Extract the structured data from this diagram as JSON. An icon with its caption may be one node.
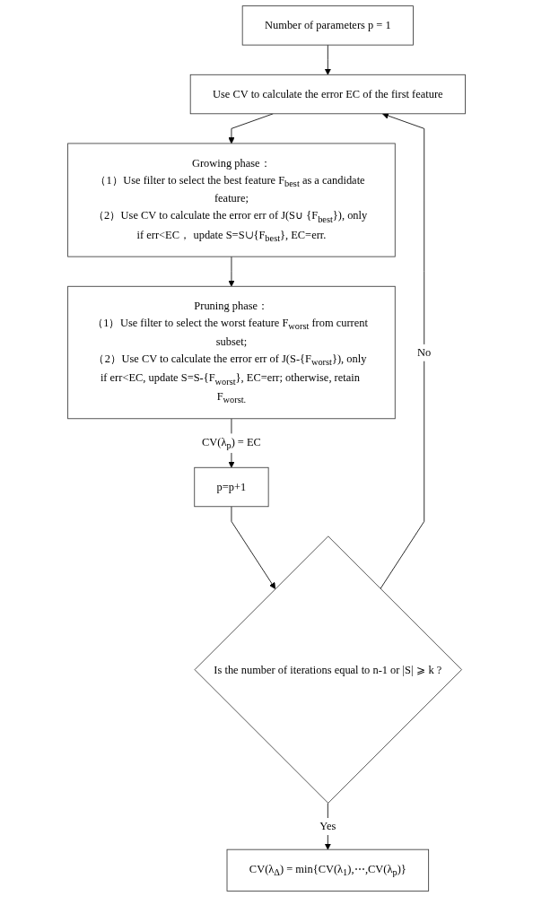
{
  "diagram": {
    "nodes": [
      {
        "text": [
          "Number of parameters p = 1"
        ]
      },
      {
        "text": [
          "Use CV to calculate the error EC of the first feature"
        ]
      },
      {
        "text": [
          "Growing phase：",
          "（1）Use filter to select the best feature F$_{best}$ as a candidate feature;",
          "（2）Use CV to calculate the error err of J(S∪ {F$_{best}$}), only if err<EC， update S=S∪{F$_{best}$}, EC=err."
        ]
      },
      {
        "text": [
          "Pruning phase：",
          "（1）Use filter to select the worst feature F$_{worst}$ from current subset;",
          "（2）Use CV to calculate the error err of J(S-{F$_{worst}$}), only if err<EC, update S=S-{F$_{worst}$}, EC=err; otherwise, retain F$_{worst.}$"
        ]
      },
      {
        "text": [
          "p=p+1"
        ]
      },
      {
        "text": [
          "Is the number of iterations equal to n-1 or |S| ⩾ k ?"
        ]
      },
      {
        "text": [
          "CV(λ$_{Δ}$) = min{CV(λ$_{1}$),⋯,CV(λ$_{p}$)}"
        ]
      }
    ],
    "edges": [
      {
        "from": 0,
        "to": 1,
        "arrow": "to"
      },
      {
        "from": 1,
        "to": 2,
        "arrow": "to"
      },
      {
        "from": 2,
        "to": 3,
        "arrow": "to"
      },
      {
        "from": 3,
        "to": 4,
        "arrow": "to",
        "label": "CV(λ$_{p}$) = EC"
      },
      {
        "from": 4,
        "to": 5,
        "arrow": "to"
      },
      {
        "from": 5,
        "to": 1,
        "arrow": "to",
        "label": "No"
      },
      {
        "from": 5,
        "to": 6,
        "arrow": "to",
        "label": "Yes"
      }
    ]
  }
}
